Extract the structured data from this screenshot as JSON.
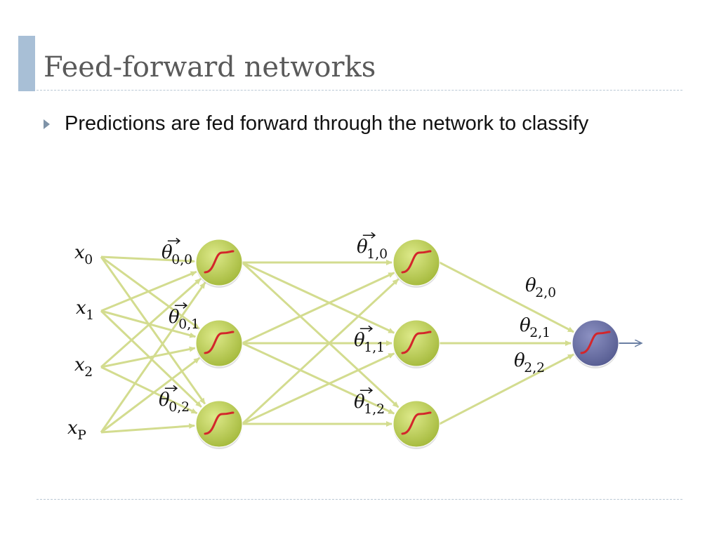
{
  "title": "Feed-forward networks",
  "bullets": [
    "Predictions are fed forward through the network to classify"
  ],
  "diagram": {
    "inputs": [
      {
        "base": "x",
        "sub": "0"
      },
      {
        "base": "x",
        "sub": "1"
      },
      {
        "base": "x",
        "sub": "2"
      },
      {
        "base": "x",
        "sub": "P"
      }
    ],
    "layer0_weights": [
      {
        "base": "θ",
        "sub": "0,0",
        "vector": true
      },
      {
        "base": "θ",
        "sub": "0,1",
        "vector": true
      },
      {
        "base": "θ",
        "sub": "0,2",
        "vector": true
      }
    ],
    "layer1_weights": [
      {
        "base": "θ",
        "sub": "1,0",
        "vector": true
      },
      {
        "base": "θ",
        "sub": "1,1",
        "vector": true
      },
      {
        "base": "θ",
        "sub": "1,2",
        "vector": true
      }
    ],
    "output_weights": [
      {
        "base": "θ",
        "sub": "2,0",
        "vector": false
      },
      {
        "base": "θ",
        "sub": "2,1",
        "vector": false
      },
      {
        "base": "θ",
        "sub": "2,2",
        "vector": false
      }
    ],
    "colors": {
      "hidden_node": "#b5c84a",
      "output_node": "#6a6fa3",
      "edge": "#d3dc8f",
      "sigmoid": "#d3262b",
      "output_arrow": "#6a7fa3"
    }
  }
}
